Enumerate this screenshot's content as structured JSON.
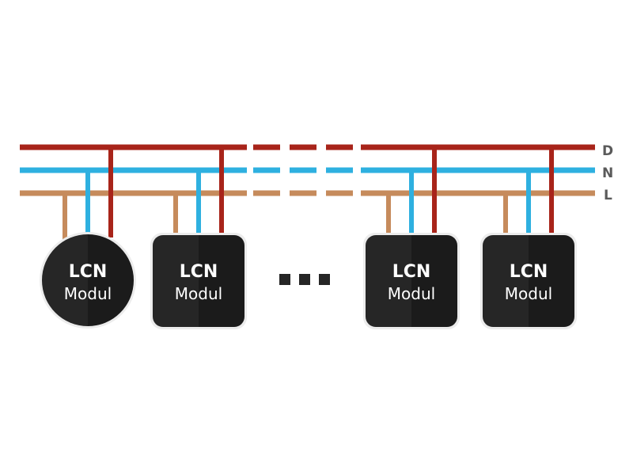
{
  "colors": {
    "D": "#a8241a",
    "N": "#2eb0e0",
    "L": "#c68b5c",
    "module_dark": "#262626",
    "module_darker": "#1b1b1b",
    "module_border": "#ececec",
    "ellipsis": "#262626"
  },
  "bus_labels": {
    "D": "D",
    "N": "N",
    "L": "L"
  },
  "modules": [
    {
      "shape": "circle",
      "title": "LCN",
      "subtitle": "Modul"
    },
    {
      "shape": "rounded-square",
      "title": "LCN",
      "subtitle": "Modul"
    },
    {
      "shape": "rounded-square",
      "title": "LCN",
      "subtitle": "Modul"
    },
    {
      "shape": "rounded-square",
      "title": "LCN",
      "subtitle": "Modul"
    }
  ],
  "ellipsis_dot_count": 3
}
